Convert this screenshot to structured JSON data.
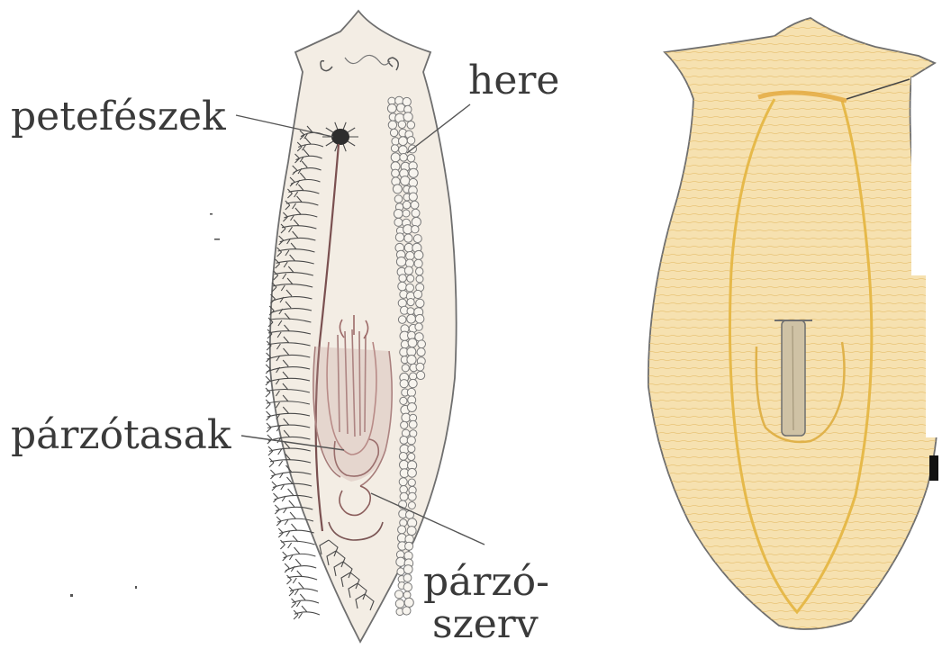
{
  "labels": {
    "ovary": "petefészek",
    "testis": "here",
    "copulatory_sac": "párzótasak",
    "copulatory_organ_line1": "párzó-",
    "copulatory_organ_line2": "szerv"
  },
  "colors": {
    "left_body_fill": "#f3ede4",
    "right_body_fill": "#f6e1b0",
    "outline": "#6f6f6f",
    "ovary_branches": "#4a4a4a",
    "testis_follicles": "#7a7a7a",
    "copulatory_organ": "#c39a98",
    "nerve_cords": "#e6b94a",
    "pharynx": "#cfc2a5"
  },
  "icons": [
    "left-flatworm-illustration",
    "right-flatworm-illustration"
  ]
}
